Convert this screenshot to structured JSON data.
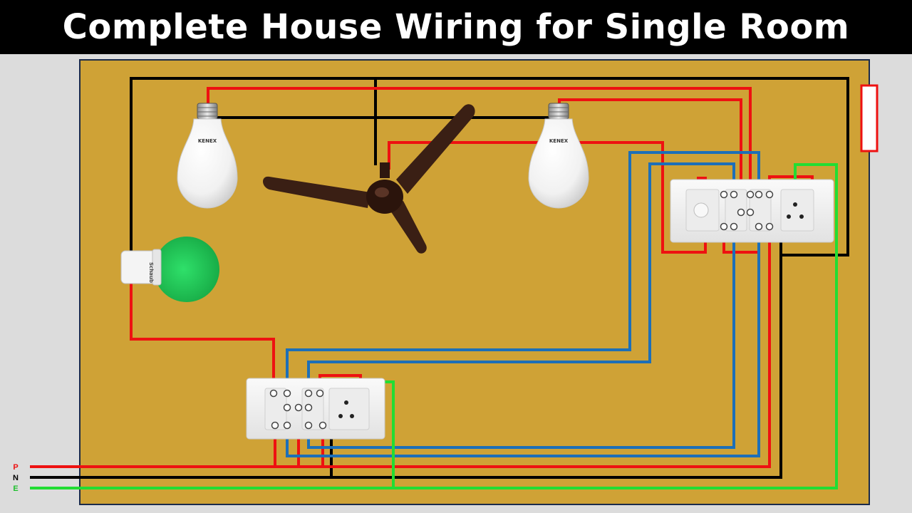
{
  "title": "Complete House Wiring for Single Room",
  "supply_labels": {
    "phase": "P",
    "neutral": "N",
    "earth": "E"
  },
  "bulb_brand": "KENEX",
  "night_bulb_brand": "Schaub",
  "colors": {
    "board": "#cfa236",
    "phase_wire": "#ee1111",
    "neutral_wire": "#000000",
    "earth_wire": "#22dd33",
    "switch_wire": "#1d6fb8",
    "night_bulb": "#1db954",
    "fan": "#3a1f14",
    "switchboard": "#f2f2f2"
  }
}
